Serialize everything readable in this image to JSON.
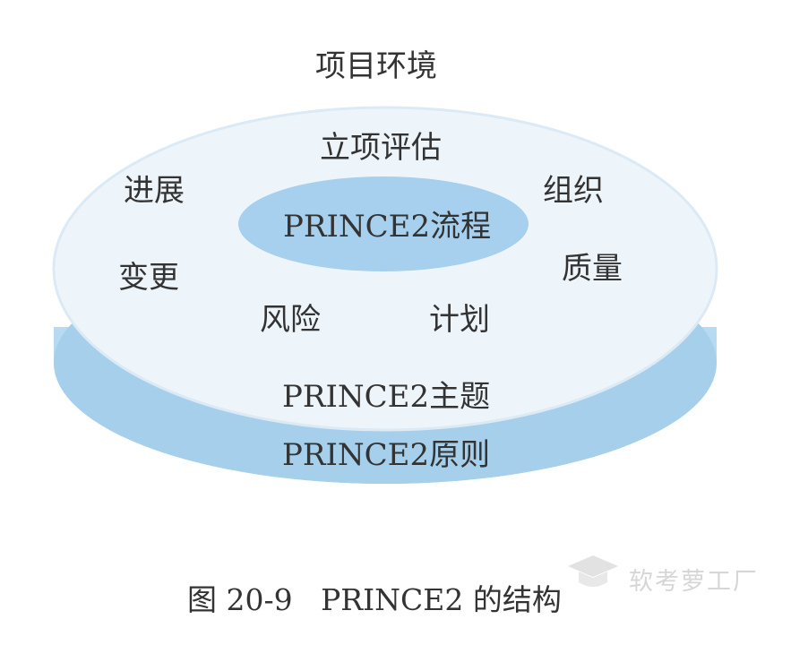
{
  "diagram": {
    "environment": "项目环境",
    "themes": {
      "business_case": "立项评估",
      "progress": "进展",
      "organization": "组织",
      "change": "变更",
      "quality": "质量",
      "risk": "风险",
      "plans": "计划"
    },
    "processes": "PRINCE2流程",
    "themes_layer": "PRINCE2主题",
    "principles_layer": "PRINCE2原则"
  },
  "caption": "图 20-9   PRINCE2 的结构",
  "watermark": {
    "text": "软考萝工厂"
  },
  "colors": {
    "disk_top": "#eef5fa",
    "disk_side": "#a9d2ee",
    "core": "#a6d0ee",
    "text": "#333333"
  }
}
